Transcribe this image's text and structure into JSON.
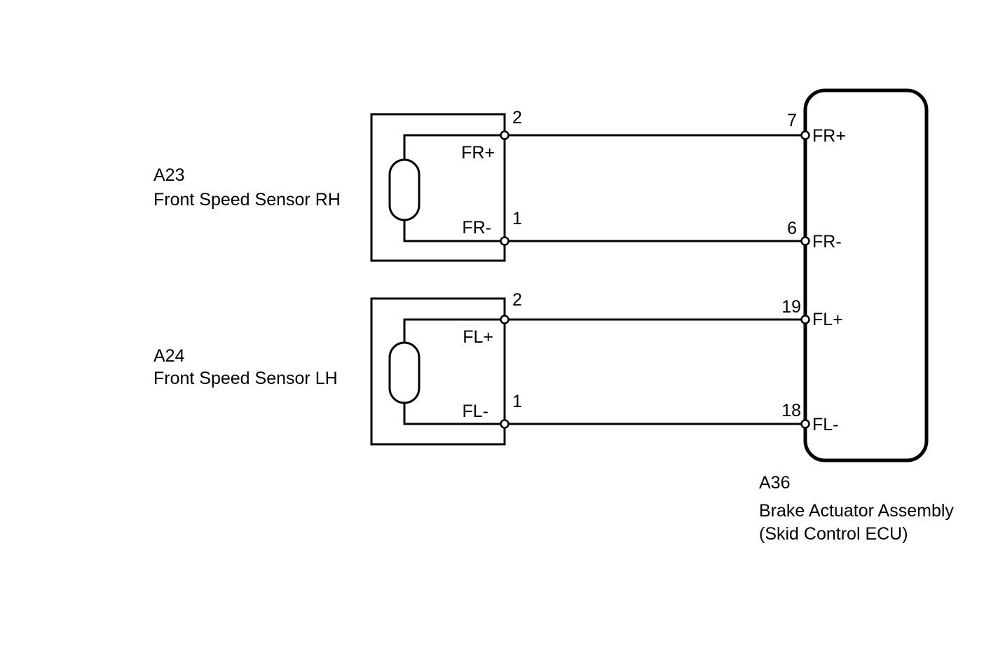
{
  "sensor_rh": {
    "code": "A23",
    "name": "Front Speed Sensor RH",
    "pin_top": "2",
    "pin_bottom": "1",
    "sig_top": "FR+",
    "sig_bottom": "FR-"
  },
  "sensor_lh": {
    "code": "A24",
    "name": "Front Speed Sensor LH",
    "pin_top": "2",
    "pin_bottom": "1",
    "sig_top": "FL+",
    "sig_bottom": "FL-"
  },
  "ecu": {
    "code": "A36",
    "name_line1": "Brake Actuator Assembly",
    "name_line2": "(Skid Control ECU)",
    "pins": [
      {
        "pin": "7",
        "signal": "FR+"
      },
      {
        "pin": "6",
        "signal": "FR-"
      },
      {
        "pin": "19",
        "signal": "FL+"
      },
      {
        "pin": "18",
        "signal": "FL-"
      }
    ]
  }
}
